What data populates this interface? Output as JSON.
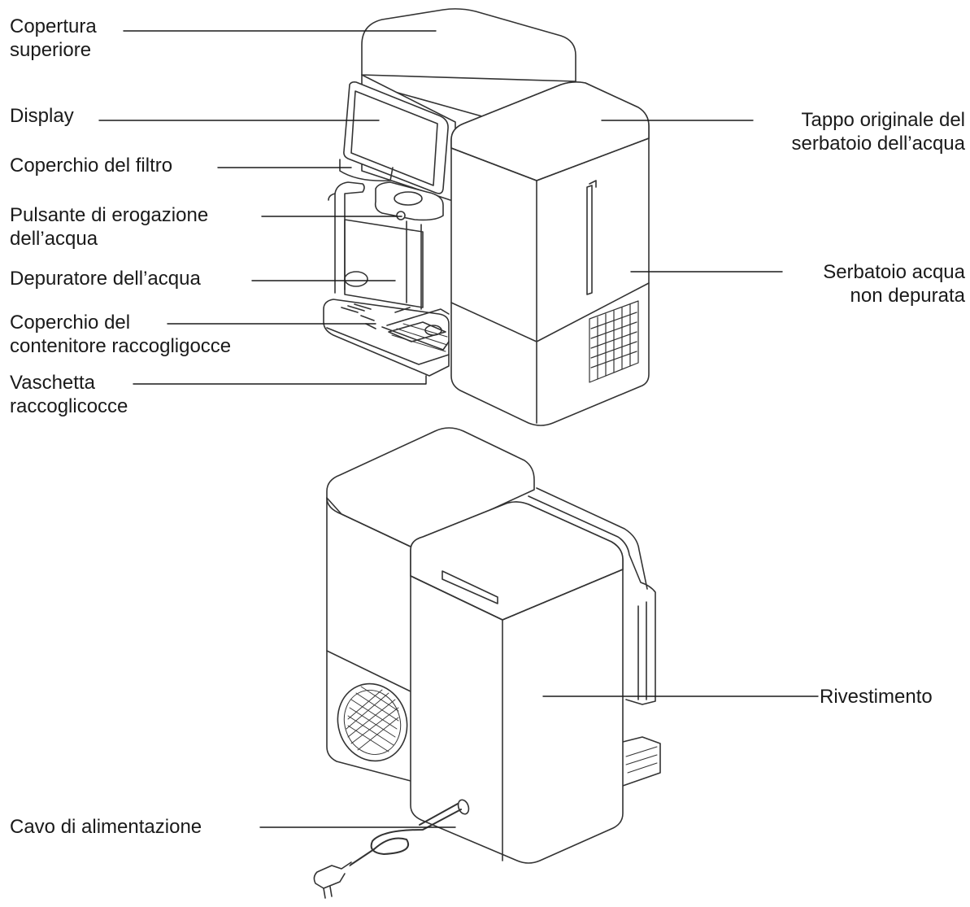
{
  "labels": {
    "copertura": [
      "Copertura",
      "superiore"
    ],
    "display": [
      "Display"
    ],
    "coperchio_filtro": [
      "Coperchio del filtro"
    ],
    "pulsante": [
      "Pulsante di erogazione",
      "dell’acqua"
    ],
    "depuratore": [
      "Depuratore dell’acqua"
    ],
    "coperchio_contenitore": [
      "Coperchio del",
      "contenitore raccogligocce"
    ],
    "vaschetta": [
      "Vaschetta",
      "raccoglicocce"
    ],
    "tappo": [
      "Tappo originale del",
      "serbatoio dell’acqua"
    ],
    "serbatoio": [
      "Serbatoio acqua",
      "non depurata"
    ],
    "rivestimento": [
      "Rivestimento"
    ],
    "cavo": [
      "Cavo di alimentazione"
    ]
  }
}
